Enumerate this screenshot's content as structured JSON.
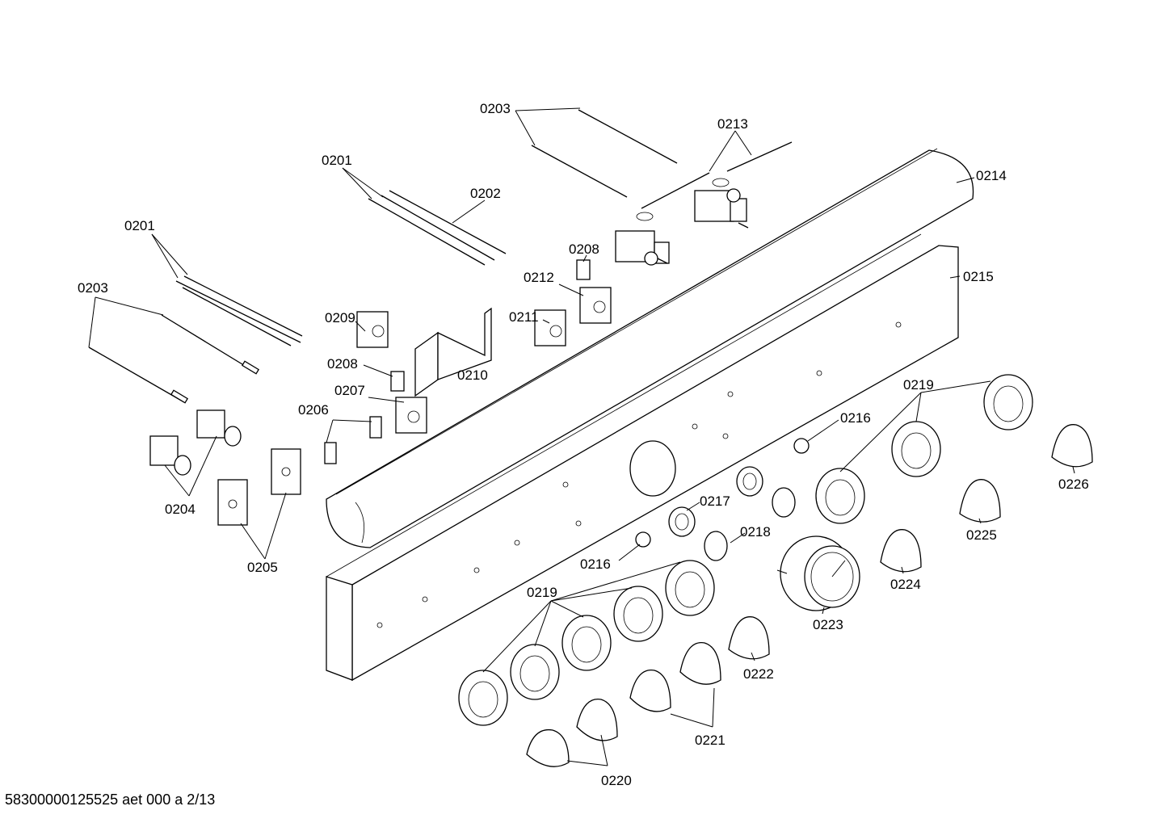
{
  "labels": {
    "l0201a": "0201",
    "l0201b": "0201",
    "l0202": "0202",
    "l0203a": "0203",
    "l0203b": "0203",
    "l0204": "0204",
    "l0205": "0205",
    "l0206": "0206",
    "l0207": "0207",
    "l0208a": "0208",
    "l0208b": "0208",
    "l0209": "0209",
    "l0210": "0210",
    "l0211": "0211",
    "l0212": "0212",
    "l0213": "0213",
    "l0214": "0214",
    "l0215": "0215",
    "l0216a": "0216",
    "l0216b": "0216",
    "l0217": "0217",
    "l0218": "0218",
    "l0219a": "0219",
    "l0219b": "0219",
    "l0220": "0220",
    "l0221": "0221",
    "l0222": "0222",
    "l0223": "0223",
    "l0224": "0224",
    "l0225": "0225",
    "l0226": "0226"
  },
  "footer": "58300000125525 aet 000 a 2/13"
}
